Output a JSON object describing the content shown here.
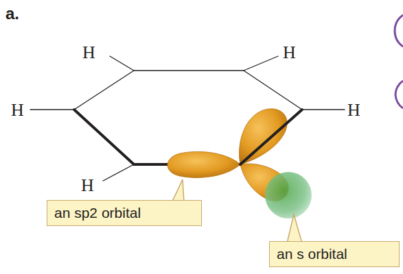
{
  "diagram": {
    "nodes": [
      {
        "text": [
          "an sp2 orbital"
        ]
      },
      {
        "text": [
          "an s orbital"
        ]
      }
    ],
    "labels": [
      "a.",
      "H",
      "H",
      "H",
      "H",
      "H"
    ]
  }
}
